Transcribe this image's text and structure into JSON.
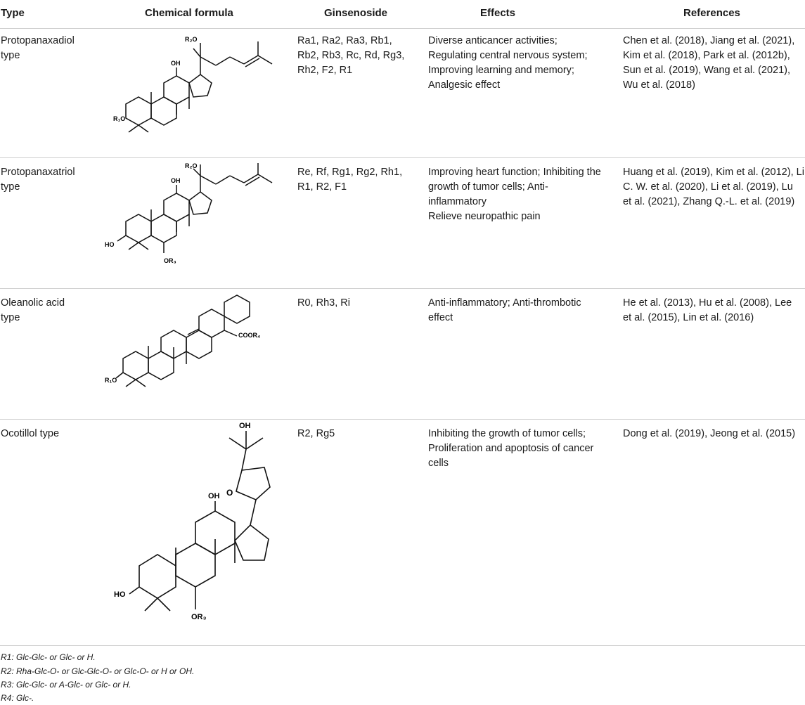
{
  "headers": {
    "type": "Type",
    "formula": "Chemical formula",
    "ginsenoside": "Ginsenoside",
    "effects": "Effects",
    "references": "References"
  },
  "rows": [
    {
      "type": [
        "Protopanaxadiol",
        "type"
      ],
      "ginsenoside": [
        "Ra1, Ra2, Ra3, Rb1,",
        "Rb2, Rb3, Rc, Rd, Rg3,",
        "Rh2, F2, R1"
      ],
      "effects": [
        "Diverse anticancer activities;",
        "Regulating central nervous system;",
        "Improving learning and memory;",
        "Analgesic effect"
      ],
      "references": [
        "Chen et al. (2018), Jiang et al. (2021),",
        "Kim et al. (2018), Park et al. (2012b),",
        "Sun et al. (2019), Wang et al. (2021),",
        "Wu et al. (2018)"
      ],
      "labels": {
        "oh": "OH",
        "r2o": "R₂O",
        "r1o": "R₁O"
      }
    },
    {
      "type": [
        "Protopanaxatriol",
        "type"
      ],
      "ginsenoside": [
        "Re, Rf, Rg1, Rg2, Rh1,",
        "R1, R2, F1"
      ],
      "effects": [
        "Improving heart function; Inhibiting the",
        "growth of tumor cells; Anti-",
        "inflammatory",
        "Relieve neuropathic pain"
      ],
      "references": [
        "Huang et al. (2019), Kim et al. (2012), Li",
        "C. W. et al. (2020), Li et al. (2019), Lu",
        "et al. (2021), Zhang Q.-L. et al. (2019)"
      ],
      "labels": {
        "oh": "OH",
        "r2o": "R₂O",
        "ho": "HO",
        "or3": "OR₃"
      }
    },
    {
      "type": [
        "Oleanolic acid",
        "type"
      ],
      "ginsenoside": [
        "R0, Rh3, Ri"
      ],
      "effects": [
        "Anti-inflammatory; Anti-thrombotic",
        "effect"
      ],
      "references": [
        "He et al. (2013), Hu et al. (2008), Lee",
        "et al. (2015), Lin et al. (2016)"
      ],
      "labels": {
        "cooh": "COOR₄",
        "r1o": "R₁O"
      }
    },
    {
      "type": [
        "Ocotillol type"
      ],
      "ginsenoside": [
        "R2, Rg5"
      ],
      "effects": [
        "Inhibiting the growth of tumor cells;",
        "Proliferation and apoptosis of cancer",
        "cells"
      ],
      "references": [
        "Dong et al. (2019), Jeong et al. (2015)"
      ],
      "labels": {
        "oh_top": "OH",
        "o": "O",
        "oh": "OH",
        "ho": "HO",
        "or3": "OR₃"
      }
    }
  ],
  "footnotes": [
    "R1: Glc-Glc- or Glc- or H.",
    "R2: Rha-Glc-O- or Glc-Glc-O- or Glc-O- or H or OH.",
    "R3: Glc-Glc- or A-Glc- or Glc- or H.",
    "R4: Glc-."
  ]
}
